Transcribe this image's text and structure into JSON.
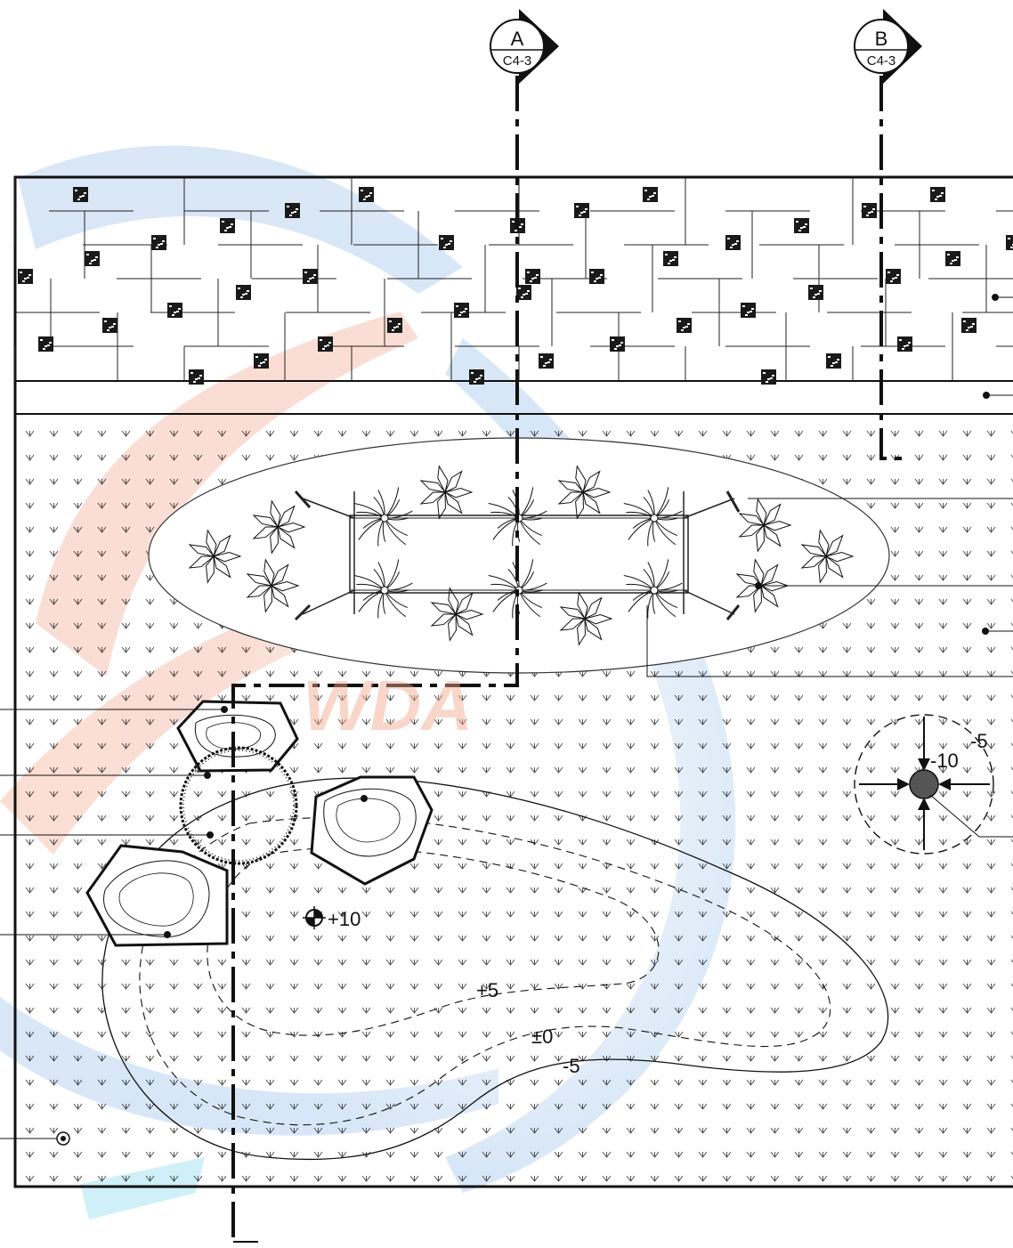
{
  "section_markers": [
    {
      "id": "A",
      "letter": "A",
      "ref": "C4-3"
    },
    {
      "id": "B",
      "letter": "B",
      "ref": "C4-3"
    }
  ],
  "elevation_labels": {
    "spot_high": "+10",
    "contour_plus5": "+5",
    "contour_zero": "±0",
    "contour_minus5": "-5",
    "drain_outer": "-5",
    "drain_inner": "-10"
  },
  "watermark": {
    "brand": "WDA"
  },
  "colors": {
    "line": "#111111",
    "paving_tile": "#1a1a1a",
    "watermark_red": "#f4b8a6",
    "watermark_blue": "#9fc3e8"
  }
}
